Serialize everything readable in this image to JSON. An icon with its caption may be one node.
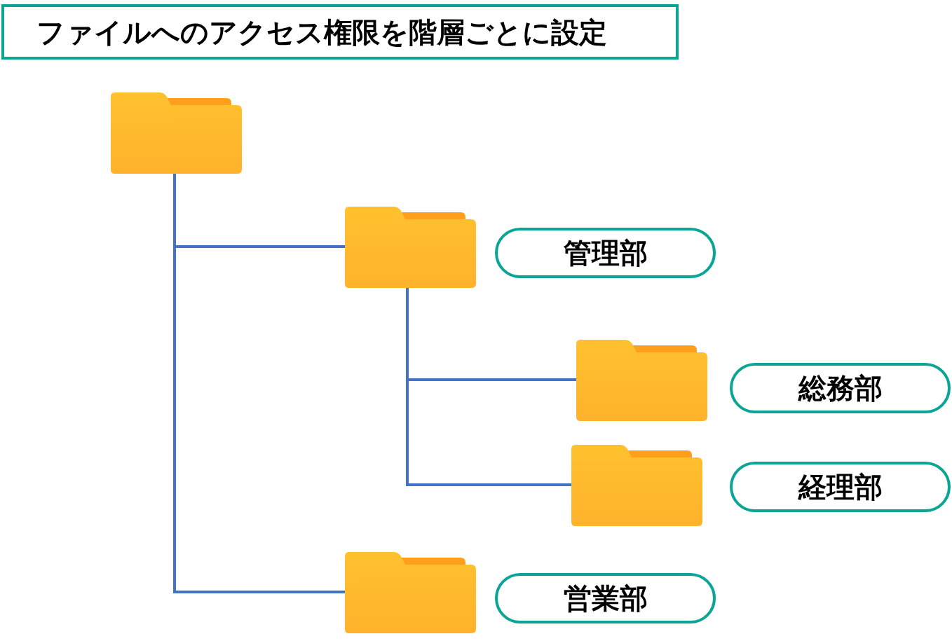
{
  "diagram": {
    "title": "ファイルへのアクセス権限を階層ごとに設定",
    "nodes": [
      {
        "text": [],
        "shape": "folder"
      },
      {
        "text": [],
        "shape": "folder"
      },
      {
        "text": [
          "管理部"
        ]
      },
      {
        "text": [],
        "shape": "folder"
      },
      {
        "text": [
          "総務部"
        ]
      },
      {
        "text": [],
        "shape": "folder"
      },
      {
        "text": [
          "経理部"
        ]
      },
      {
        "text": [],
        "shape": "folder"
      },
      {
        "text": [
          "営業部"
        ]
      }
    ],
    "edges": [
      {
        "from": 0,
        "to": 1,
        "arrow": "none"
      },
      {
        "from": 1,
        "to": 3,
        "arrow": "none"
      },
      {
        "from": 1,
        "to": 5,
        "arrow": "none"
      },
      {
        "from": 0,
        "to": 7,
        "arrow": "none"
      }
    ]
  }
}
